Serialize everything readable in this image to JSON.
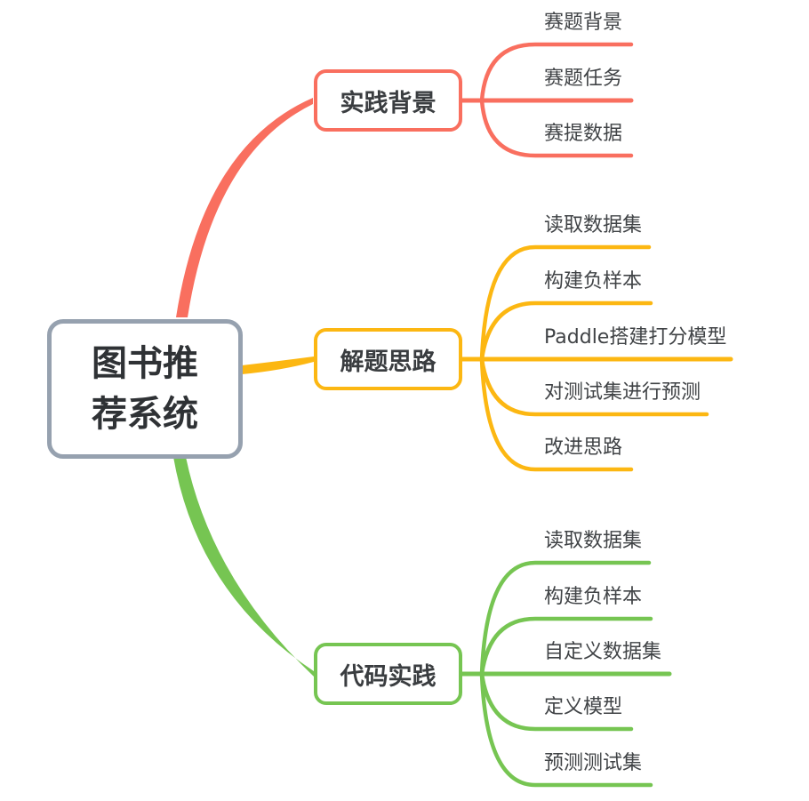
{
  "colors": {
    "red": "#f96f5f",
    "yellow": "#fcb712",
    "green": "#76c552",
    "root_border": "#96a1af",
    "text": "#404346"
  },
  "root": {
    "title": "图书推荐系统"
  },
  "branches": [
    {
      "label": "实践背景",
      "color_name": "red",
      "children": [
        "赛题背景",
        "赛题任务",
        "赛提数据"
      ]
    },
    {
      "label": "解题思路",
      "color_name": "yellow",
      "children": [
        "读取数据集",
        "构建负样本",
        "Paddle搭建打分模型",
        "对测试集进行预测",
        "改进思路"
      ]
    },
    {
      "label": "代码实践",
      "color_name": "green",
      "children": [
        "读取数据集",
        "构建负样本",
        "自定义数据集",
        "定义模型",
        "预测测试集"
      ]
    }
  ]
}
